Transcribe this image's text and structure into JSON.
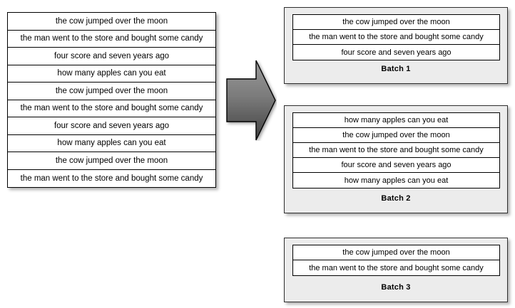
{
  "diagram": {
    "type": "batching-flow",
    "background_color": "#ffffff",
    "input_list": {
      "name": "unbatched-sentences",
      "items": [
        "the cow jumped over the moon",
        "the man went to the store and bought some candy",
        "four score and seven years ago",
        "how many apples can you eat",
        "the cow jumped over the moon",
        "the man went to the store and bought some candy",
        "four score and seven years ago",
        "how many apples can you eat",
        "the cow jumped over the moon",
        "the man went to the store and bought some candy"
      ]
    },
    "arrow": {
      "name": "flow-arrow",
      "direction": "right",
      "gradient_start": "#8e8e8e",
      "gradient_end": "#454545",
      "outline_color": "#000000"
    },
    "batches": [
      {
        "label": "Batch 1",
        "container_color": "#ececec",
        "items": [
          "the cow jumped over the moon",
          "the man went to the store and bought some candy",
          "four score and seven years ago"
        ]
      },
      {
        "label": "Batch 2",
        "container_color": "#ececec",
        "items": [
          "how many apples can you eat",
          "the cow jumped over the moon",
          "the man went to the store and bought some candy",
          "four score and seven years ago",
          "how many apples can you eat"
        ]
      },
      {
        "label": "Batch 3",
        "container_color": "#ececec",
        "items": [
          "the cow jumped over the moon",
          "the man went to the store and bought some candy"
        ]
      }
    ]
  }
}
